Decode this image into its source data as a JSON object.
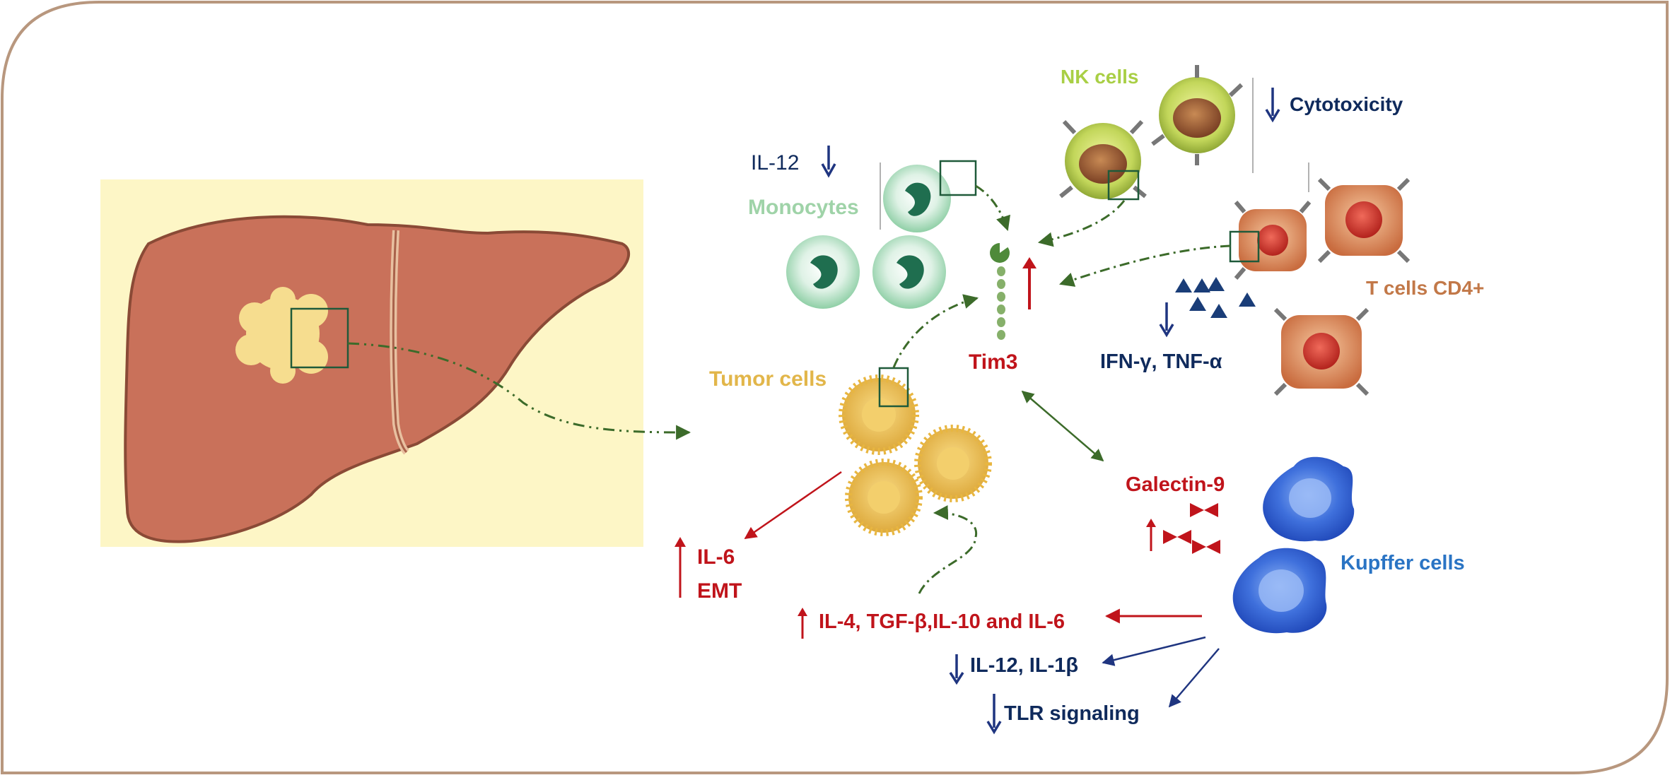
{
  "labels": {
    "nk_cells": "NK cells",
    "cytotoxicity": "Cytotoxicity",
    "il12_top": "IL-12",
    "monocytes": "Monocytes",
    "t_cells": "T cells CD4+",
    "ifn_tnf": "IFN-γ, TNF-α",
    "tim3": "Tim3",
    "tumor_cells": "Tumor cells",
    "galectin9": "Galectin-9",
    "kupffer_cells": "Kupffer cells",
    "il6": "IL-6",
    "emt": "EMT",
    "cytokines_up": "IL-4, TGF-β,IL-10 and IL-6",
    "il12_il1b": "IL-12, IL-1β",
    "tlr_signaling": "TLR signaling"
  },
  "colors": {
    "frame": "#b8977e",
    "liver": "#c9715a",
    "liver_panel": "#fdf6c6",
    "tumor": "#eec04e",
    "navy_text": "#0f2a5c",
    "red_text": "#c0141b",
    "nk_text": "#a9cf45",
    "monocyte_text": "#9fd3a8",
    "tumor_text": "#e2b64a",
    "tcell_text": "#c27848",
    "kupffer_text": "#2a74c4",
    "kupffer_cell": "#2e5fd0",
    "dash_green": "#3c6b2a"
  },
  "icons": [
    "down-arrow-icon",
    "up-arrow-icon",
    "triangle-icon",
    "bowtie-icon"
  ]
}
